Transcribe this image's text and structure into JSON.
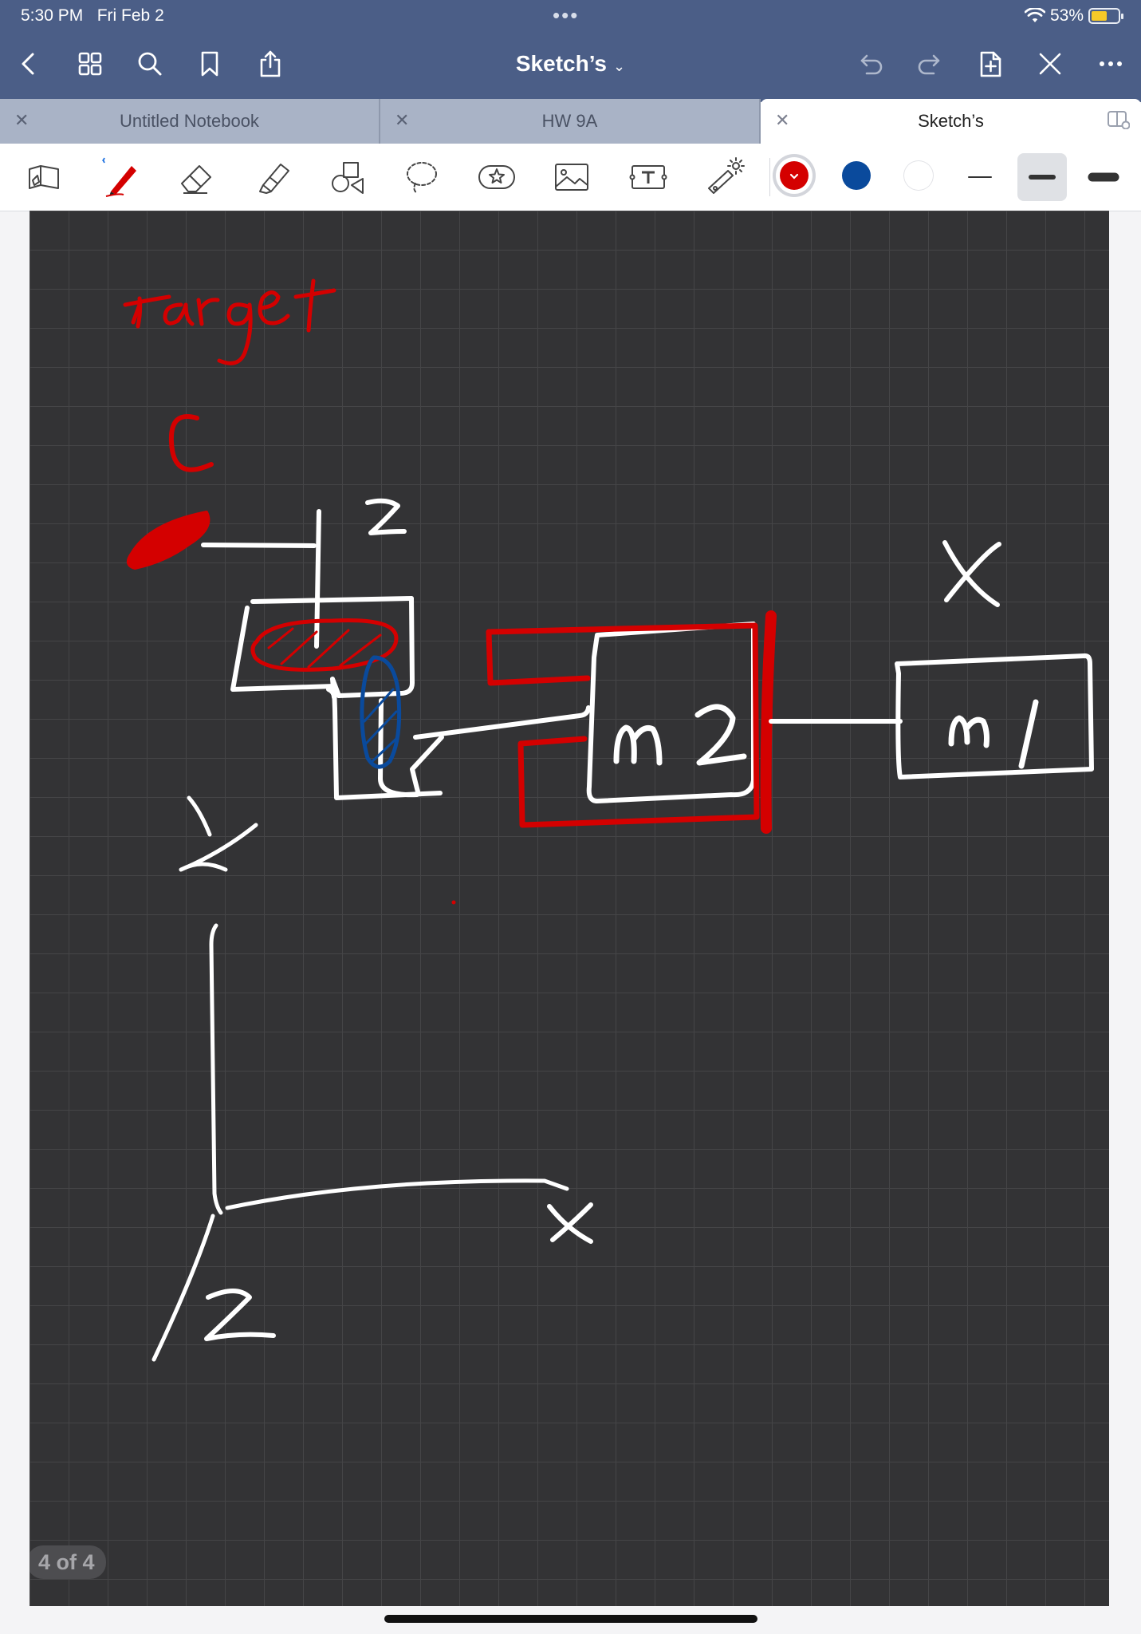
{
  "status_bar": {
    "time": "5:30 PM",
    "date": "Fri Feb 2",
    "battery": "53%",
    "battery_level": 0.53
  },
  "nav": {
    "title": "Sketch’s",
    "icons": [
      "back-icon",
      "grid-icon",
      "search-icon",
      "bookmark-icon",
      "share-icon",
      "undo-icon",
      "redo-icon",
      "add-page-icon",
      "pen-off-icon",
      "more-icon"
    ]
  },
  "tabs": [
    {
      "label": "Untitled Notebook",
      "active": false
    },
    {
      "label": "HW 9A",
      "active": false
    },
    {
      "label": "Sketch’s",
      "active": true
    }
  ],
  "toolbar": {
    "tools": [
      "read-only-icon",
      "pen-icon",
      "eraser-icon",
      "highlighter-icon",
      "shapes-icon",
      "lasso-icon",
      "sticker-icon",
      "image-icon",
      "text-icon",
      "laser-icon"
    ],
    "colors": {
      "selected": "#d40000",
      "blue": "#0a4a9c",
      "white": "#ffffff"
    },
    "stroke_widths": [
      "thin",
      "medium",
      "thick"
    ],
    "selected_stroke": "medium"
  },
  "canvas": {
    "background": "#333335",
    "ink_red": "#d40000",
    "ink_white": "#ffffff",
    "ink_blue": "#0a4a9c",
    "page_indicator": "4 of 4"
  }
}
